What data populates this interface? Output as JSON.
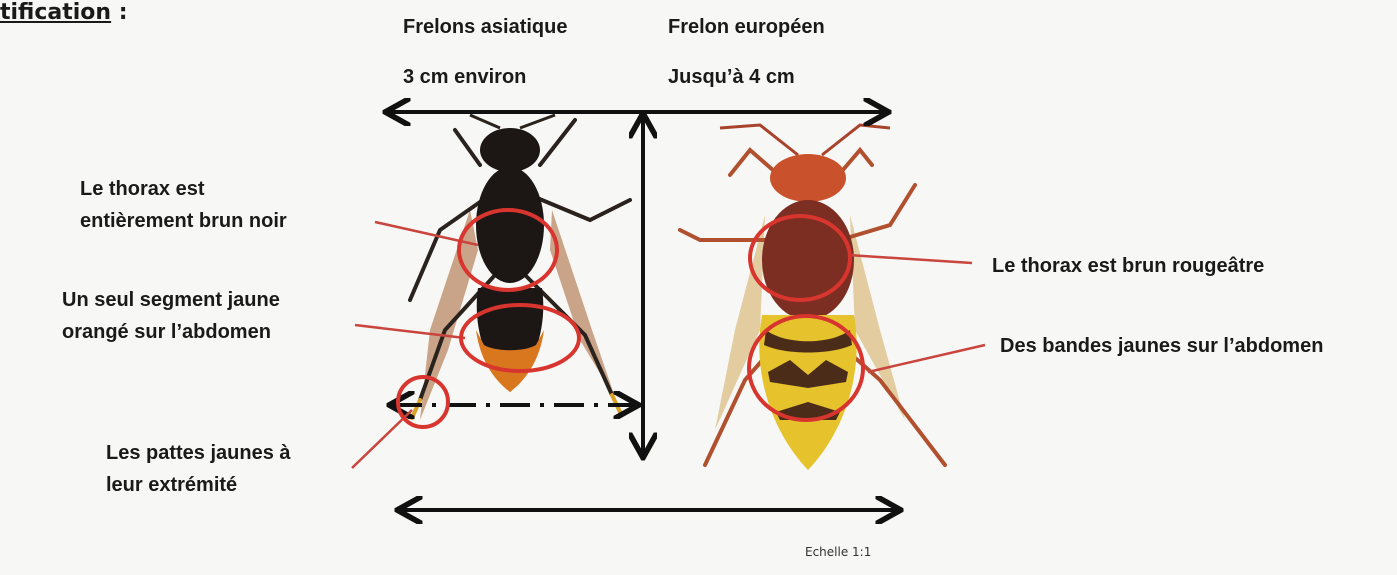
{
  "heading": {
    "text": "tification",
    "suffix": " :"
  },
  "columns": {
    "asian": {
      "title": "Frelons asiatique",
      "size": "3 cm environ"
    },
    "european": {
      "title": "Frelon européen",
      "size": "Jusqu’à 4 cm"
    }
  },
  "labels": {
    "asian_thorax": [
      "Le thorax est",
      "entièrement brun noir"
    ],
    "asian_abdomen": [
      "Un seul segment jaune",
      "orangé sur l’abdomen"
    ],
    "asian_legs": [
      "Les pattes jaunes à",
      "leur extrémité"
    ],
    "euro_thorax": "Le thorax est brun rougeâtre",
    "euro_abdomen": "Des bandes jaunes sur l’abdomen"
  },
  "scale": "Echelle 1:1",
  "colors": {
    "highlight": "#d8352f",
    "leader": "#c9453d",
    "arrow": "#111111",
    "asian_body": "#1c1714",
    "asian_band": "#d9771f",
    "euro_head": "#c9522c",
    "euro_thorax": "#7c2e22",
    "euro_yellow": "#e6c32c"
  }
}
